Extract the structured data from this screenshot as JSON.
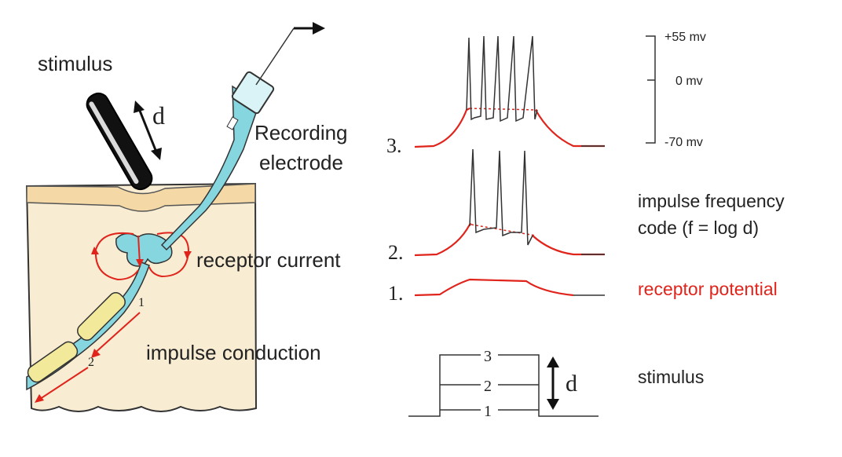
{
  "left": {
    "stimulus_label": "stimulus",
    "d_label": "d",
    "recording_label_1": "Recording",
    "recording_label_2": "electrode",
    "receptor_current_label": "receptor current",
    "impulse_conduction_label": "impulse conduction",
    "node_1": "1",
    "node_2": "2"
  },
  "traces": {
    "trace_3_label": "3.",
    "trace_2_label": "2.",
    "trace_1_label": "1."
  },
  "scale": {
    "top": "+55 mv",
    "mid": "0 mv",
    "bottom": "-70 mv"
  },
  "annotations": {
    "freq_line_1": "impulse frequency",
    "freq_line_2": "code (f = log d)",
    "receptor_potential": "receptor potential",
    "stimulus": "stimulus"
  },
  "stimulus_steps": {
    "step_3": "3",
    "step_2": "2",
    "step_1": "1",
    "d_label": "d"
  },
  "colors": {
    "tissue": "#f8ecd2",
    "skin": "#f4d9a6",
    "nerve": "#86d6e0",
    "myelin": "#f2ea9a",
    "receptor_red": "#e0241c",
    "trace": "#333333"
  }
}
